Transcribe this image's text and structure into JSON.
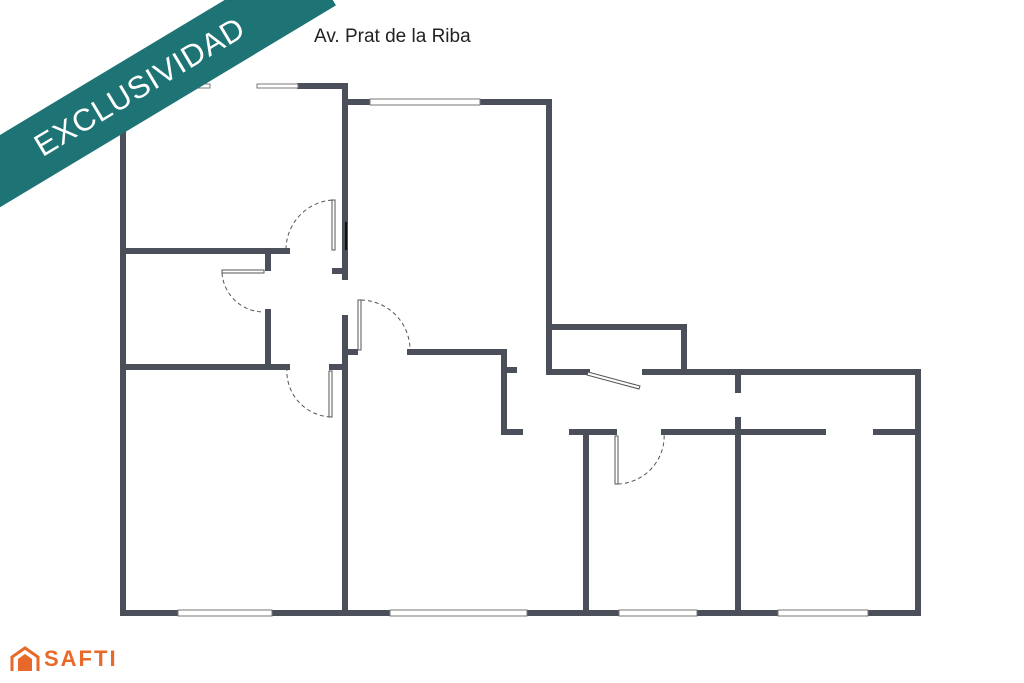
{
  "street_label": "Av. Prat de la Riba",
  "banner": {
    "text": "EXCLUSIVIDAD",
    "color": "#1e7475"
  },
  "logo": {
    "text": "SAFTI",
    "color": "#e8692a",
    "icon": "house-icon"
  },
  "wall_color": "#4b4f5a"
}
